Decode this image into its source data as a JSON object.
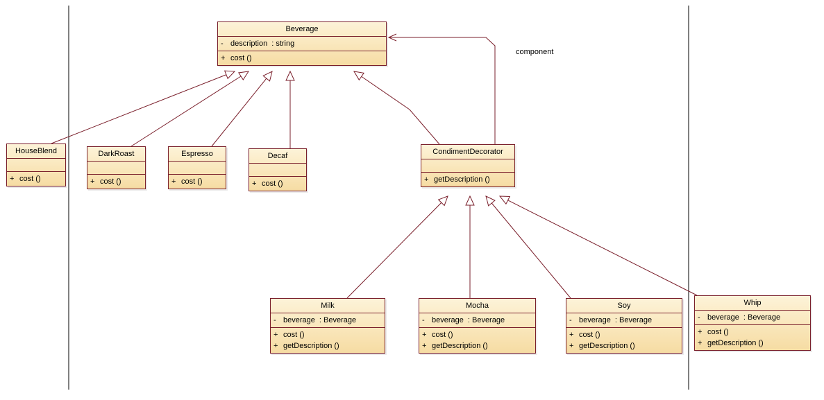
{
  "diagram": {
    "association_label": "component",
    "classes": [
      {
        "id": "Beverage",
        "name": "Beverage",
        "attributes": [
          {
            "vis": "-",
            "name": "description",
            "type": ": string"
          }
        ],
        "operations": [
          {
            "vis": "+",
            "name": "cost ()"
          }
        ]
      },
      {
        "id": "HouseBlend",
        "name": "HouseBlend",
        "attributes": [],
        "operations": [
          {
            "vis": "+",
            "name": "cost ()"
          }
        ]
      },
      {
        "id": "DarkRoast",
        "name": "DarkRoast",
        "attributes": [],
        "operations": [
          {
            "vis": "+",
            "name": "cost ()"
          }
        ]
      },
      {
        "id": "Espresso",
        "name": "Espresso",
        "attributes": [],
        "operations": [
          {
            "vis": "+",
            "name": "cost ()"
          }
        ]
      },
      {
        "id": "Decaf",
        "name": "Decaf",
        "attributes": [],
        "operations": [
          {
            "vis": "+",
            "name": "cost ()"
          }
        ]
      },
      {
        "id": "CondimentDecorator",
        "name": "CondimentDecorator",
        "attributes": [],
        "operations": [
          {
            "vis": "+",
            "name": "getDescription ()"
          }
        ]
      },
      {
        "id": "Milk",
        "name": "Milk",
        "attributes": [
          {
            "vis": "-",
            "name": "beverage",
            "type": ": Beverage"
          }
        ],
        "operations": [
          {
            "vis": "+",
            "name": "cost ()"
          },
          {
            "vis": "+",
            "name": "getDescription ()"
          }
        ]
      },
      {
        "id": "Mocha",
        "name": "Mocha",
        "attributes": [
          {
            "vis": "-",
            "name": "beverage",
            "type": ": Beverage"
          }
        ],
        "operations": [
          {
            "vis": "+",
            "name": "cost ()"
          },
          {
            "vis": "+",
            "name": "getDescription ()"
          }
        ]
      },
      {
        "id": "Soy",
        "name": "Soy",
        "attributes": [
          {
            "vis": "-",
            "name": "beverage",
            "type": ": Beverage"
          }
        ],
        "operations": [
          {
            "vis": "+",
            "name": "cost ()"
          },
          {
            "vis": "+",
            "name": "getDescription ()"
          }
        ]
      },
      {
        "id": "Whip",
        "name": "Whip",
        "attributes": [
          {
            "vis": "-",
            "name": "beverage",
            "type": ": Beverage"
          }
        ],
        "operations": [
          {
            "vis": "+",
            "name": "cost ()"
          },
          {
            "vis": "+",
            "name": "getDescription ()"
          }
        ]
      }
    ],
    "relations": [
      {
        "type": "generalization",
        "from": "HouseBlend",
        "to": "Beverage"
      },
      {
        "type": "generalization",
        "from": "DarkRoast",
        "to": "Beverage"
      },
      {
        "type": "generalization",
        "from": "Espresso",
        "to": "Beverage"
      },
      {
        "type": "generalization",
        "from": "Decaf",
        "to": "Beverage"
      },
      {
        "type": "generalization",
        "from": "CondimentDecorator",
        "to": "Beverage"
      },
      {
        "type": "association",
        "from": "CondimentDecorator",
        "to": "Beverage",
        "label": "component"
      },
      {
        "type": "generalization",
        "from": "Milk",
        "to": "CondimentDecorator"
      },
      {
        "type": "generalization",
        "from": "Mocha",
        "to": "CondimentDecorator"
      },
      {
        "type": "generalization",
        "from": "Soy",
        "to": "CondimentDecorator"
      },
      {
        "type": "generalization",
        "from": "Whip",
        "to": "CondimentDecorator"
      }
    ]
  }
}
